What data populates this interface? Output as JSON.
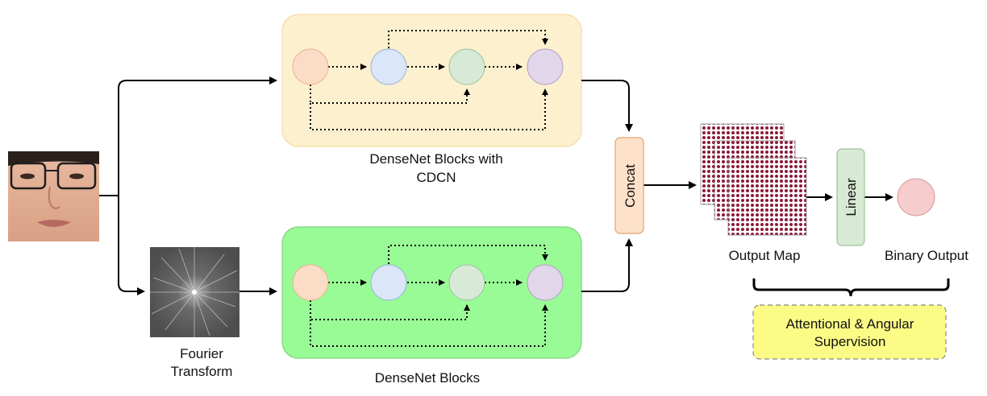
{
  "labels": {
    "top_block_line1": "DenseNet Blocks with",
    "top_block_line2": "CDCN",
    "bottom_block": "DenseNet Blocks",
    "fourier_line1": "Fourier",
    "fourier_line2": "Transform",
    "concat": "Concat",
    "linear": "Linear",
    "output_map": "Output Map",
    "binary_output": "Binary Output",
    "supervision_line1": "Attentional & Angular",
    "supervision_line2": "Supervision"
  },
  "colors": {
    "top_block_fill": "#fdf0cf",
    "bottom_block_fill": "#99fb96",
    "node_orange": "#fbdcc7",
    "node_blue": "#dbe7f8",
    "node_green": "#d7e9d7",
    "node_purple": "#e2d6ea",
    "concat_fill": "#fde1c9",
    "linear_fill": "#d7ead3",
    "binary_output_fill": "#f6cccc",
    "supervision_fill": "#fbfb86",
    "output_map_dots": "#8b1a3a"
  },
  "icons": {
    "face": "face-photo",
    "fourier": "fourier-spectrum-image"
  }
}
